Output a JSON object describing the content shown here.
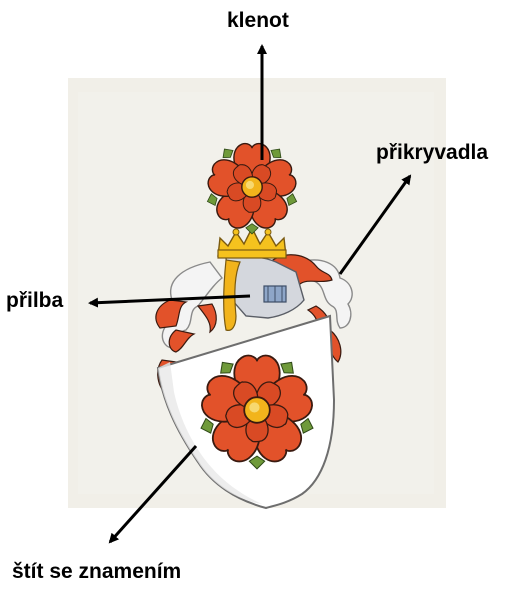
{
  "labels": {
    "crest": "klenot",
    "mantling": "přikryvadla",
    "helmet": "přilba",
    "shield": "štít se znamením"
  },
  "colors": {
    "rose_red": "#e2522a",
    "rose_outline": "#3a1a10",
    "rose_center": "#f2b41c",
    "sepal_green": "#6f9a3a",
    "crown_gold": "#f5c21e",
    "helmet_gray": "#c8ccd4",
    "shield_white": "#ffffff",
    "parchment": "#f1efe8",
    "arrow": "#000000"
  },
  "icons": {
    "crest": "rose-icon",
    "crown": "crown-icon",
    "helmet": "helmet-icon",
    "shield": "shield-icon"
  }
}
